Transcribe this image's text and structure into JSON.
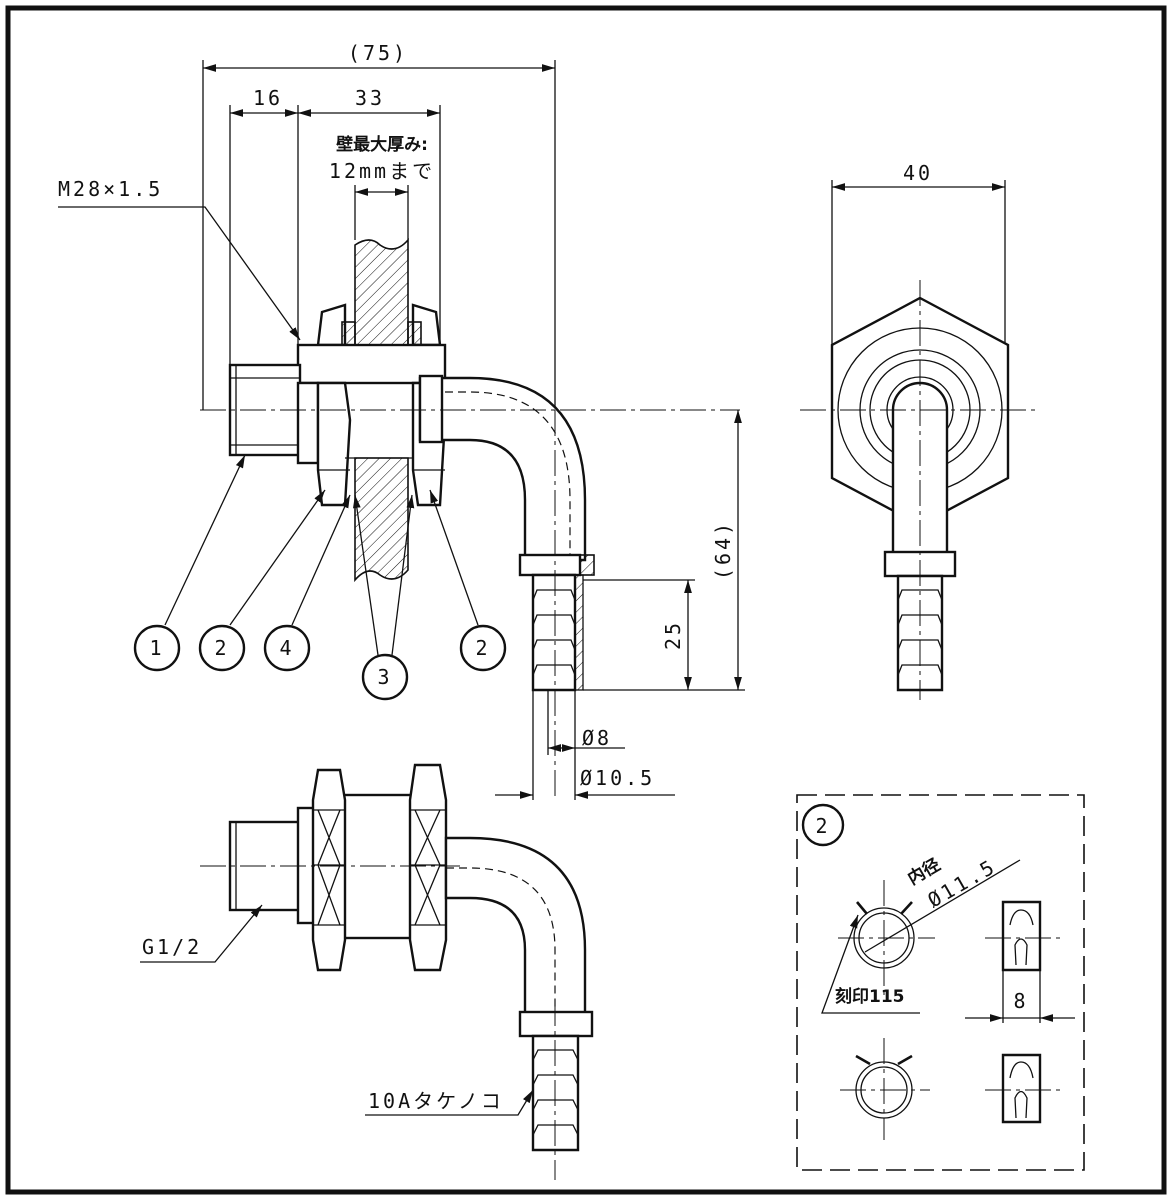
{
  "dimensions": {
    "overall_length": "(75)",
    "thread_length": "16",
    "body_length": "33",
    "wall_note_line1": "壁最大厚み:",
    "wall_note_line2": "12mmまで",
    "thread_spec": "M28×1.5",
    "hex_width": "40",
    "height": "(64)",
    "barb_length": "25",
    "inner_diameter": "Ø8",
    "outer_diameter": "Ø10.5"
  },
  "balloons": [
    "1",
    "2",
    "4",
    "3",
    "2"
  ],
  "bottom_view": {
    "thread_label": "G1/2",
    "barb_label": "10Aタケノコ"
  },
  "detail": {
    "balloon": "2",
    "inner_label": "内径",
    "inner_diameter": "Ø11.5",
    "marking": "刻印115",
    "width": "8"
  }
}
